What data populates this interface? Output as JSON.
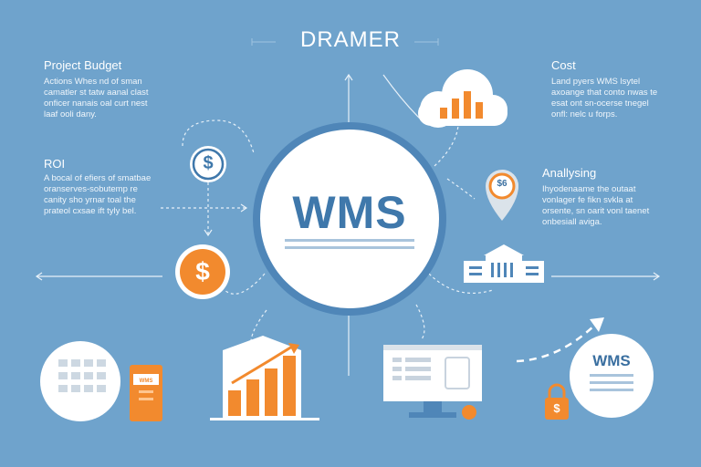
{
  "header": {
    "title": "DRAMER"
  },
  "hub": {
    "title": "WMS"
  },
  "sections": {
    "project_budget": {
      "title": "Project Budget",
      "body": "Actions Whes nd of sman\ncamatler st tatw aanal clast\nonficer nanais oal curt nest\nlaaf ooli dany."
    },
    "roi": {
      "title": "ROI",
      "body": "A bocal of efiers of smatbae\noranserves-sobutemp re\ncanity sho yrnar toal the\nprateol cxsae ift tyly bel."
    },
    "cost": {
      "title": "Cost",
      "body": "Land pyers WMS lsytel\naxoange that conto nwas te\nesat ont sn-ocerse tnegel\nonfl: nelc u forps."
    },
    "analysing": {
      "title": "Anallysing",
      "body": "Ihyodenaame the outaat\nvonlager fe fikn svkla at\norsente, sn oarit vonl taenet\nonbesiall aviga."
    }
  },
  "icons": {
    "dollar_coin_small": "$",
    "dollar_coin_large": "$",
    "pin_label": "$6",
    "device_label": "WMS",
    "badge_label": "WMS",
    "lock_symbol": "$"
  },
  "colors": {
    "background": "#6fa3cc",
    "hub_ring": "#4f86b8",
    "hub_text": "#3f78ab",
    "accent_orange": "#f28a2e",
    "white": "#ffffff",
    "light_gray": "#dbe3ea"
  }
}
